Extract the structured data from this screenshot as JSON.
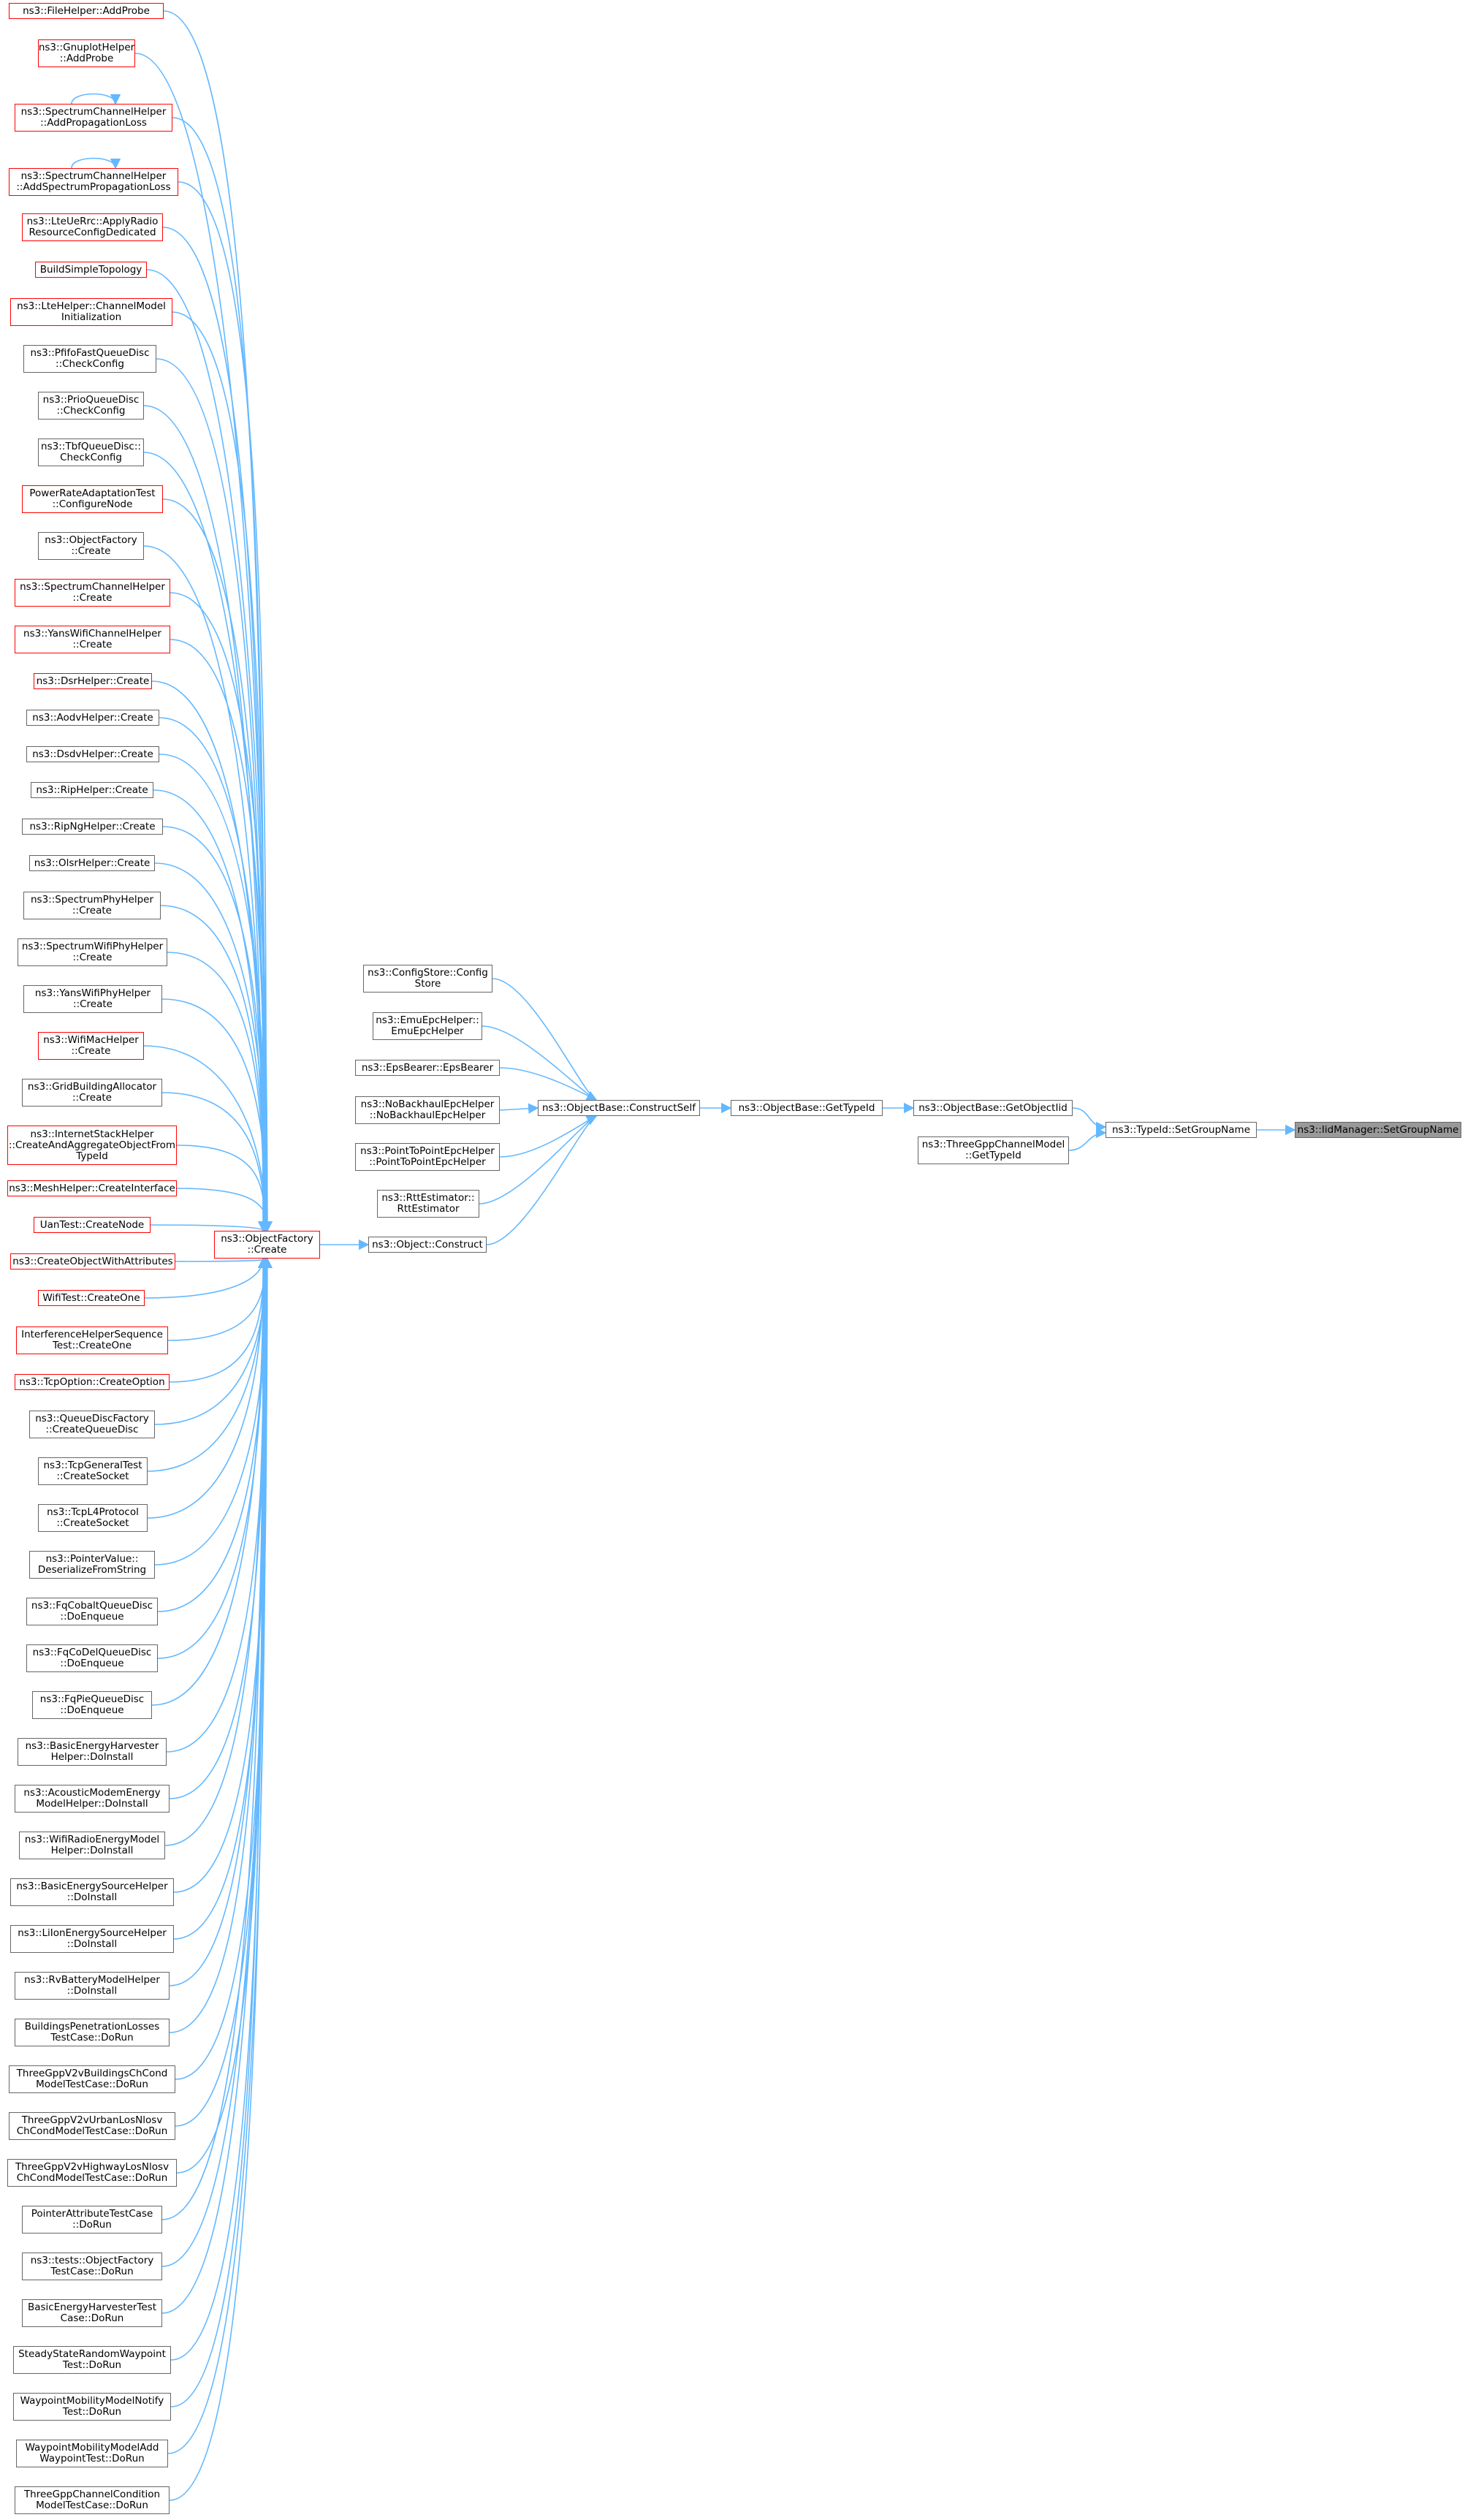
{
  "colors": {
    "edge": "#63b8ff",
    "node_border": "#666666",
    "truncated_border": "#ff0000",
    "root_fill": "#999999"
  },
  "nodes": [
    {
      "id": "n1",
      "label": "ns3::FileHelper::AddProbe",
      "truncated": true
    },
    {
      "id": "n2",
      "label": "ns3::GnuplotHelper\n::AddProbe",
      "truncated": true
    },
    {
      "id": "n3",
      "label": "ns3::SpectrumChannelHelper\n::AddPropagationLoss",
      "truncated": true
    },
    {
      "id": "n4",
      "label": "ns3::SpectrumChannelHelper\n::AddSpectrumPropagationLoss",
      "truncated": true
    },
    {
      "id": "n5",
      "label": "ns3::LteUeRrc::ApplyRadio\nResourceConfigDedicated",
      "truncated": true
    },
    {
      "id": "n6",
      "label": "BuildSimpleTopology",
      "truncated": true
    },
    {
      "id": "n7",
      "label": "ns3::LteHelper::ChannelModel\nInitialization",
      "truncated": true
    },
    {
      "id": "n8",
      "label": "ns3::PfifoFastQueueDisc\n::CheckConfig",
      "truncated": false
    },
    {
      "id": "n9",
      "label": "ns3::PrioQueueDisc\n::CheckConfig",
      "truncated": false
    },
    {
      "id": "n10",
      "label": "ns3::TbfQueueDisc::\nCheckConfig",
      "truncated": false
    },
    {
      "id": "n11",
      "label": "PowerRateAdaptationTest\n::ConfigureNode",
      "truncated": true
    },
    {
      "id": "n12",
      "label": "ns3::ObjectFactory\n::Create",
      "truncated": false
    },
    {
      "id": "n13",
      "label": "ns3::SpectrumChannelHelper\n::Create",
      "truncated": true
    },
    {
      "id": "n14",
      "label": "ns3::YansWifiChannelHelper\n::Create",
      "truncated": true
    },
    {
      "id": "n15",
      "label": "ns3::DsrHelper::Create",
      "truncated": true
    },
    {
      "id": "n16",
      "label": "ns3::AodvHelper::Create",
      "truncated": false
    },
    {
      "id": "n17",
      "label": "ns3::DsdvHelper::Create",
      "truncated": false
    },
    {
      "id": "n18",
      "label": "ns3::RipHelper::Create",
      "truncated": false
    },
    {
      "id": "n19",
      "label": "ns3::RipNgHelper::Create",
      "truncated": false
    },
    {
      "id": "n20",
      "label": "ns3::OlsrHelper::Create",
      "truncated": false
    },
    {
      "id": "n21",
      "label": "ns3::SpectrumPhyHelper\n::Create",
      "truncated": false
    },
    {
      "id": "n22",
      "label": "ns3::SpectrumWifiPhyHelper\n::Create",
      "truncated": false
    },
    {
      "id": "n23",
      "label": "ns3::YansWifiPhyHelper\n::Create",
      "truncated": false
    },
    {
      "id": "n24",
      "label": "ns3::WifiMacHelper\n::Create",
      "truncated": true
    },
    {
      "id": "n25",
      "label": "ns3::GridBuildingAllocator\n::Create",
      "truncated": false
    },
    {
      "id": "n26",
      "label": "ns3::InternetStackHelper\n::CreateAndAggregateObjectFrom\nTypeId",
      "truncated": true
    },
    {
      "id": "n27",
      "label": "ns3::MeshHelper::CreateInterface",
      "truncated": true
    },
    {
      "id": "n28",
      "label": "UanTest::CreateNode",
      "truncated": true
    },
    {
      "id": "n29",
      "label": "ns3::CreateObjectWithAttributes",
      "truncated": true
    },
    {
      "id": "n30",
      "label": "WifiTest::CreateOne",
      "truncated": true
    },
    {
      "id": "n31",
      "label": "InterferenceHelperSequence\nTest::CreateOne",
      "truncated": true
    },
    {
      "id": "n32",
      "label": "ns3::TcpOption::CreateOption",
      "truncated": true
    },
    {
      "id": "n33",
      "label": "ns3::QueueDiscFactory\n::CreateQueueDisc",
      "truncated": false
    },
    {
      "id": "n34",
      "label": "ns3::TcpGeneralTest\n::CreateSocket",
      "truncated": false
    },
    {
      "id": "n35",
      "label": "ns3::TcpL4Protocol\n::CreateSocket",
      "truncated": false
    },
    {
      "id": "n36",
      "label": "ns3::PointerValue::\nDeserializeFromString",
      "truncated": false
    },
    {
      "id": "n37",
      "label": "ns3::FqCobaltQueueDisc\n::DoEnqueue",
      "truncated": false
    },
    {
      "id": "n38",
      "label": "ns3::FqCoDelQueueDisc\n::DoEnqueue",
      "truncated": false
    },
    {
      "id": "n39",
      "label": "ns3::FqPieQueueDisc\n::DoEnqueue",
      "truncated": false
    },
    {
      "id": "n40",
      "label": "ns3::BasicEnergyHarvester\nHelper::DoInstall",
      "truncated": false
    },
    {
      "id": "n41",
      "label": "ns3::AcousticModemEnergy\nModelHelper::DoInstall",
      "truncated": false
    },
    {
      "id": "n42",
      "label": "ns3::WifiRadioEnergyModel\nHelper::DoInstall",
      "truncated": false
    },
    {
      "id": "n43",
      "label": "ns3::BasicEnergySourceHelper\n::DoInstall",
      "truncated": false
    },
    {
      "id": "n44",
      "label": "ns3::LiIonEnergySourceHelper\n::DoInstall",
      "truncated": false
    },
    {
      "id": "n45",
      "label": "ns3::RvBatteryModelHelper\n::DoInstall",
      "truncated": false
    },
    {
      "id": "n46",
      "label": "BuildingsPenetrationLosses\nTestCase::DoRun",
      "truncated": false
    },
    {
      "id": "n47",
      "label": "ThreeGppV2vBuildingsChCond\nModelTestCase::DoRun",
      "truncated": false
    },
    {
      "id": "n48",
      "label": "ThreeGppV2vUrbanLosNlosv\nChCondModelTestCase::DoRun",
      "truncated": false
    },
    {
      "id": "n49",
      "label": "ThreeGppV2vHighwayLosNlosv\nChCondModelTestCase::DoRun",
      "truncated": false
    },
    {
      "id": "n50",
      "label": "PointerAttributeTestCase\n::DoRun",
      "truncated": false
    },
    {
      "id": "n51",
      "label": "ns3::tests::ObjectFactory\nTestCase::DoRun",
      "truncated": false
    },
    {
      "id": "n52",
      "label": "BasicEnergyHarvesterTest\nCase::DoRun",
      "truncated": false
    },
    {
      "id": "n53",
      "label": "SteadyStateRandomWaypoint\nTest::DoRun",
      "truncated": false
    },
    {
      "id": "n54",
      "label": "WaypointMobilityModelNotify\nTest::DoRun",
      "truncated": false
    },
    {
      "id": "n55",
      "label": "WaypointMobilityModelAdd\nWaypointTest::DoRun",
      "truncated": false
    },
    {
      "id": "n56",
      "label": "ThreeGppChannelCondition\nModelTestCase::DoRun",
      "truncated": false
    },
    {
      "id": "c1",
      "label": "ns3::ObjectFactory\n::Create",
      "truncated": true
    },
    {
      "id": "m1",
      "label": "ns3::ConfigStore::Config\nStore",
      "truncated": false
    },
    {
      "id": "m2",
      "label": "ns3::EmuEpcHelper::\nEmuEpcHelper",
      "truncated": false
    },
    {
      "id": "m3",
      "label": "ns3::EpsBearer::EpsBearer",
      "truncated": false
    },
    {
      "id": "m4",
      "label": "ns3::NoBackhaulEpcHelper\n::NoBackhaulEpcHelper",
      "truncated": false
    },
    {
      "id": "m5",
      "label": "ns3::PointToPointEpcHelper\n::PointToPointEpcHelper",
      "truncated": false
    },
    {
      "id": "m6",
      "label": "ns3::RttEstimator::\nRttEstimator",
      "truncated": false
    },
    {
      "id": "m7",
      "label": "ns3::Object::Construct",
      "truncated": false
    },
    {
      "id": "cs",
      "label": "ns3::ObjectBase::ConstructSelf",
      "truncated": false
    },
    {
      "id": "gt",
      "label": "ns3::ObjectBase::GetTypeId",
      "truncated": false
    },
    {
      "id": "gi",
      "label": "ns3::ObjectBase::GetObjectIid",
      "truncated": false
    },
    {
      "id": "tg",
      "label": "ns3::ThreeGppChannelModel\n::GetTypeId",
      "truncated": false
    },
    {
      "id": "sg",
      "label": "ns3::TypeId::SetGroupName",
      "truncated": false
    },
    {
      "id": "root",
      "label": "ns3::IidManager::SetGroupName",
      "truncated": false
    }
  ]
}
